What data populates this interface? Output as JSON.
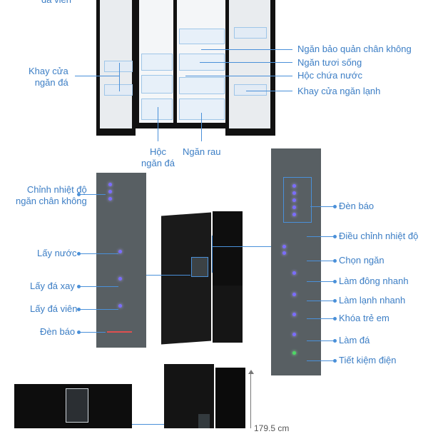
{
  "top_labels": {
    "top_cut": "đá viên",
    "door_tray_freezer": [
      "Khay cửa",
      "ngăn đá"
    ],
    "vacuum": "Ngăn bảo quản chân không",
    "fresh": "Ngăn tươi sống",
    "water_box": "Hộc chứa nước",
    "door_tray_fridge": "Khay cửa ngăn lạnh",
    "ice_box": [
      "Hộc",
      "ngăn đá"
    ],
    "veg": "Ngăn rau"
  },
  "left_panel_labels": {
    "vacuum_temp": [
      "Chỉnh nhiệt độ",
      "ngăn chân không"
    ],
    "water": "Lấy nước",
    "crushed_ice": "Lấy đá xay",
    "cubed_ice": "Lấy đá viên",
    "indicator": "Đèn báo"
  },
  "right_panel_labels": {
    "indicator": "Đèn báo",
    "temp_adjust": "Điều chỉnh nhiệt độ",
    "select": "Chọn ngăn",
    "quick_freeze": "Làm đông nhanh",
    "quick_cool": "Làm lạnh nhanh",
    "child_lock": "Khóa trẻ em",
    "ice_make": "Làm đá",
    "eco": "Tiết kiệm điện"
  },
  "dimension": "179.5 cm",
  "colors": {
    "accent": "#3c7ec5",
    "panel": "#585f63",
    "led": "#7a6cff",
    "eco_led": "#4cd964"
  },
  "icons": [
    "fridge-top-view",
    "fridge-side-view",
    "dispenser-closeup"
  ]
}
